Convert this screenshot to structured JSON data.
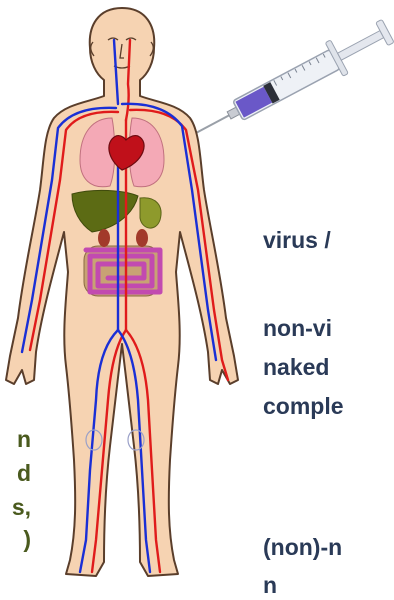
{
  "text_fragments": {
    "right": [
      {
        "id": "virus",
        "text": "virus /"
      },
      {
        "id": "non-viral",
        "text": "non-vi"
      },
      {
        "id": "naked",
        "text": "naked"
      },
      {
        "id": "complex",
        "text": "comple"
      },
      {
        "id": "non-m",
        "text": "(non)-n"
      },
      {
        "id": "cut",
        "text": "n"
      }
    ],
    "left": [
      {
        "id": "l1",
        "text": "n"
      },
      {
        "id": "l2",
        "text": "d"
      },
      {
        "id": "l3",
        "text": "s,"
      },
      {
        "id": "l4",
        "text": ")"
      }
    ]
  },
  "colors": {
    "text_right": "#2a3a57",
    "text_left": "#4a5a1e",
    "skin": "#f6d3b2",
    "artery": "#e01b1b",
    "vein": "#1a2fd6",
    "heart": "#c0101a",
    "lungs": "#f4a9b6",
    "liver": "#5c6b14",
    "intestine": "#c24ab0",
    "syringe_liquid": "#6a58c8"
  },
  "icons": {
    "body": "human-circulatory-system",
    "syringe": "syringe-icon"
  }
}
